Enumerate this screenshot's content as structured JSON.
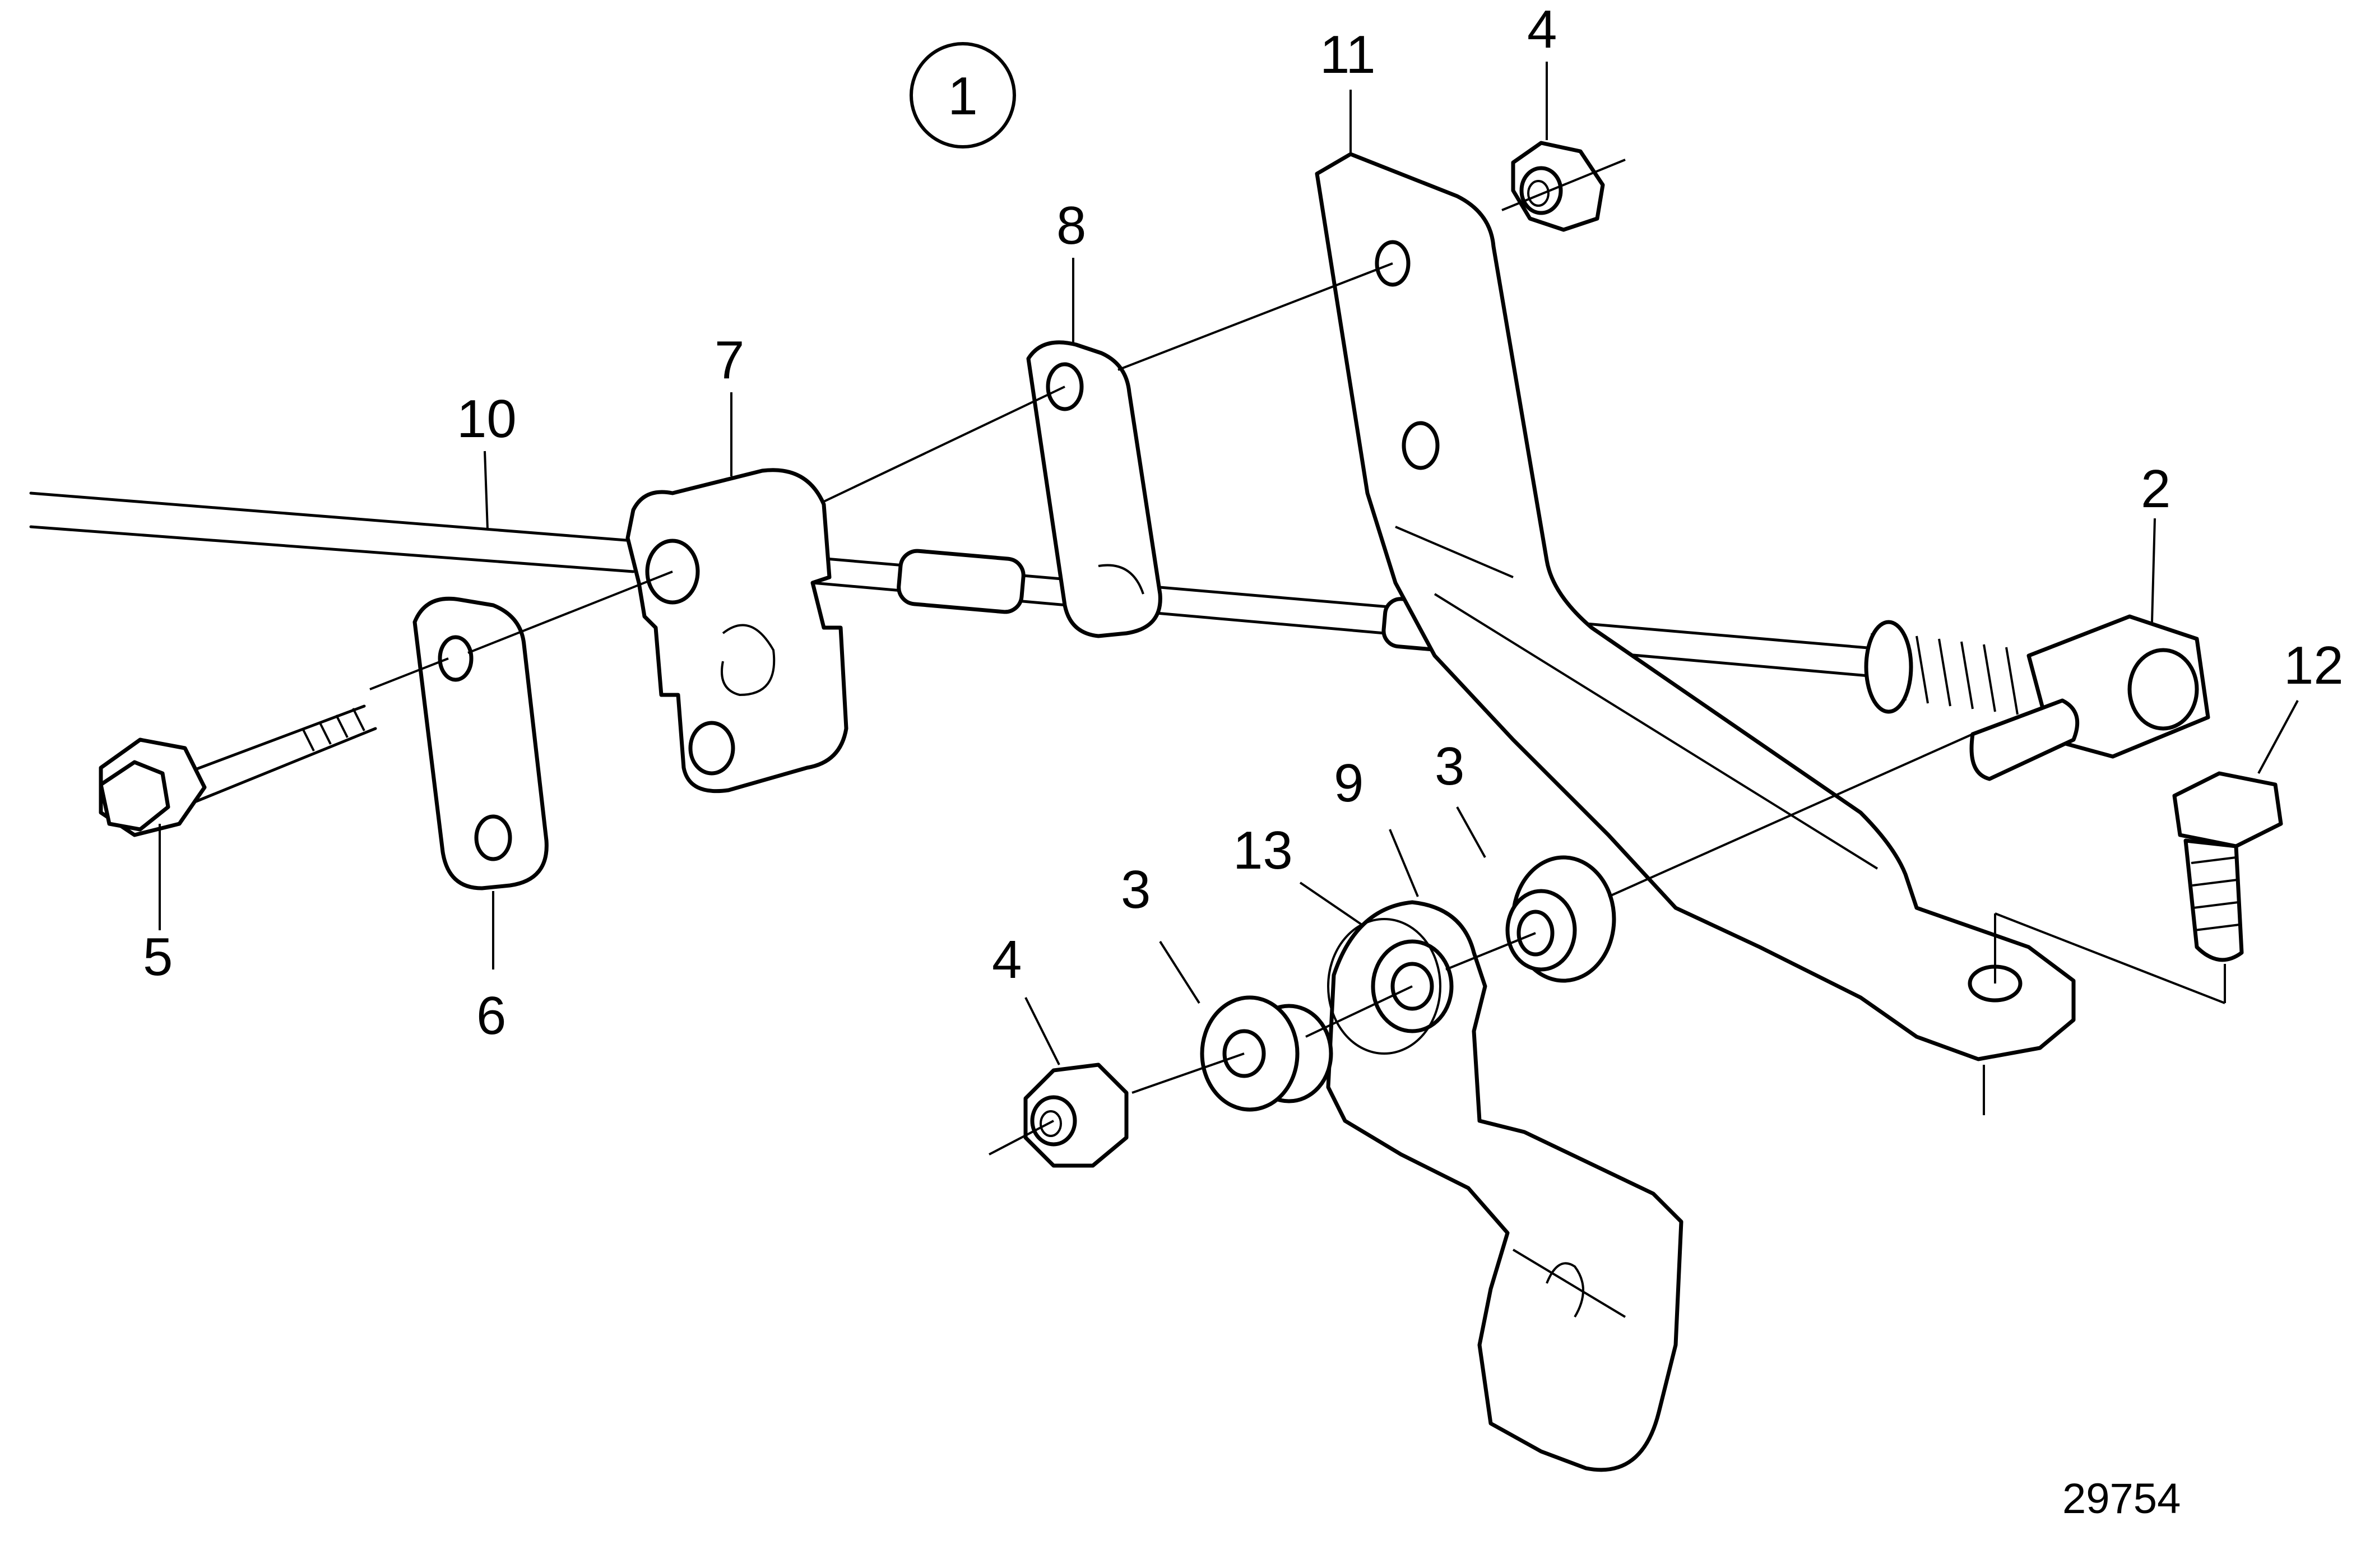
{
  "figure": {
    "view_number": "1",
    "reference_code": "29754"
  },
  "callouts": {
    "c1": "2",
    "c2": "3",
    "c3": "3",
    "c4": "4",
    "c5": "4",
    "c6": "5",
    "c7": "6",
    "c8": "7",
    "c9": "8",
    "c10": "9",
    "c11": "10",
    "c12": "11",
    "c13": "12",
    "c14": "13"
  }
}
